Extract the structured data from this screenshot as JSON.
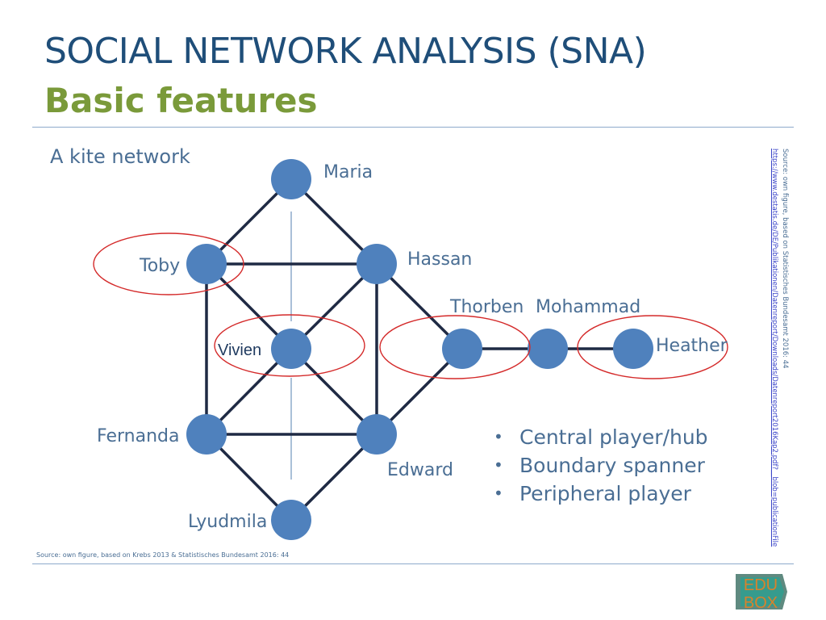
{
  "header": {
    "title": "SOCIAL NETWORK ANALYSIS (SNA)",
    "subtitle": "Basic features"
  },
  "diagram": {
    "label": "A kite network",
    "nodes": [
      {
        "id": "maria",
        "label": "Maria"
      },
      {
        "id": "toby",
        "label": "Toby"
      },
      {
        "id": "hassan",
        "label": "Hassan"
      },
      {
        "id": "vivien",
        "label": "Vivien"
      },
      {
        "id": "thorben",
        "label": "Thorben"
      },
      {
        "id": "mohammad",
        "label": "Mohammad"
      },
      {
        "id": "heather",
        "label": "Heather"
      },
      {
        "id": "fernanda",
        "label": "Fernanda"
      },
      {
        "id": "edward",
        "label": "Edward"
      },
      {
        "id": "lyudmila",
        "label": "Lyudmila"
      }
    ],
    "edges": [
      [
        "maria",
        "toby"
      ],
      [
        "maria",
        "hassan"
      ],
      [
        "toby",
        "hassan"
      ],
      [
        "toby",
        "vivien"
      ],
      [
        "hassan",
        "vivien"
      ],
      [
        "toby",
        "fernanda"
      ],
      [
        "hassan",
        "edward"
      ],
      [
        "hassan",
        "thorben"
      ],
      [
        "vivien",
        "fernanda"
      ],
      [
        "vivien",
        "edward"
      ],
      [
        "fernanda",
        "edward"
      ],
      [
        "edward",
        "thorben"
      ],
      [
        "fernanda",
        "lyudmila"
      ],
      [
        "edward",
        "lyudmila"
      ],
      [
        "thorben",
        "mohammad"
      ],
      [
        "mohammad",
        "heather"
      ]
    ],
    "colors": {
      "node": "#4f81bd",
      "edge": "#1f2a44",
      "highlight": "#d42a2a",
      "divider": "#8eaacb"
    }
  },
  "legend": {
    "items": [
      "Central player/hub",
      "Boundary spanner",
      "Peripheral player"
    ]
  },
  "sources": {
    "bottom": "Source: own figure, based on Krebs 2013 &  Statistisches Bundesamt 2016: 44",
    "side_line1": "Source: own figure, based on Statistisches Bundesamt 2016: 44",
    "side_line2": "https://www.destatis.de/DE/Publikationen/Datenreport/Downloads/Datenreport2016Kap2.pdf?__blob=publicationFile"
  },
  "logo": {
    "line1": "EDU",
    "line2": "BOX",
    "colors": {
      "back": "#5f8a80",
      "front": "#2f9e8f",
      "text": "#d9822b"
    }
  }
}
